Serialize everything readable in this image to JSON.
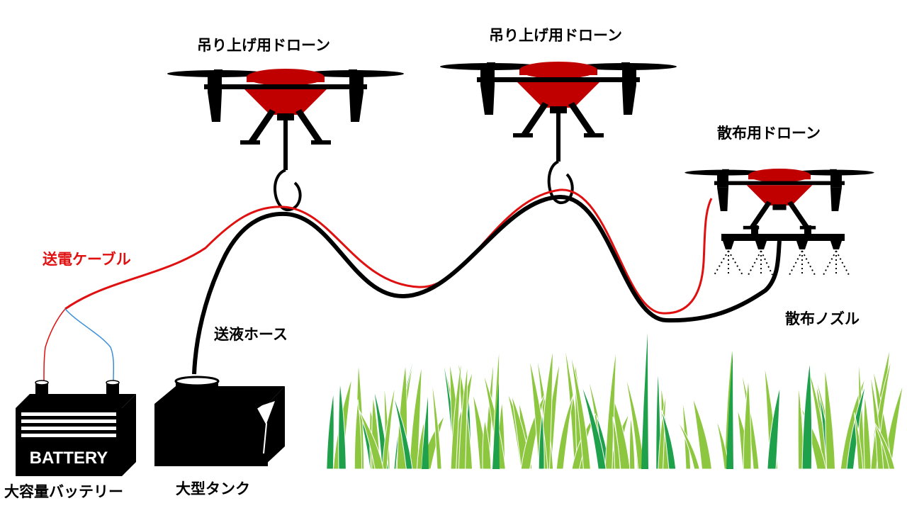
{
  "labels": {
    "lift_drone_1": "吊り上げ用ドローン",
    "lift_drone_2": "吊り上げ用ドローン",
    "spray_drone": "散布用ドローン",
    "power_cable": "送電ケーブル",
    "liquid_hose": "送液ホース",
    "spray_nozzle": "散布ノズル",
    "battery_caption": "大容量バッテリー",
    "tank_caption": "大型タンク",
    "battery_face": "BATTERY"
  },
  "colors": {
    "drone_body": "#c00000",
    "cable_red": "#e01010",
    "cable_blue": "#3a8fd8",
    "hose_black": "#000000",
    "grass_light": "#8dc63f",
    "grass_dark": "#1fa04a"
  },
  "icons": [
    "drone-icon",
    "battery-icon",
    "tank-icon",
    "grass-icon",
    "nozzle-icon"
  ]
}
